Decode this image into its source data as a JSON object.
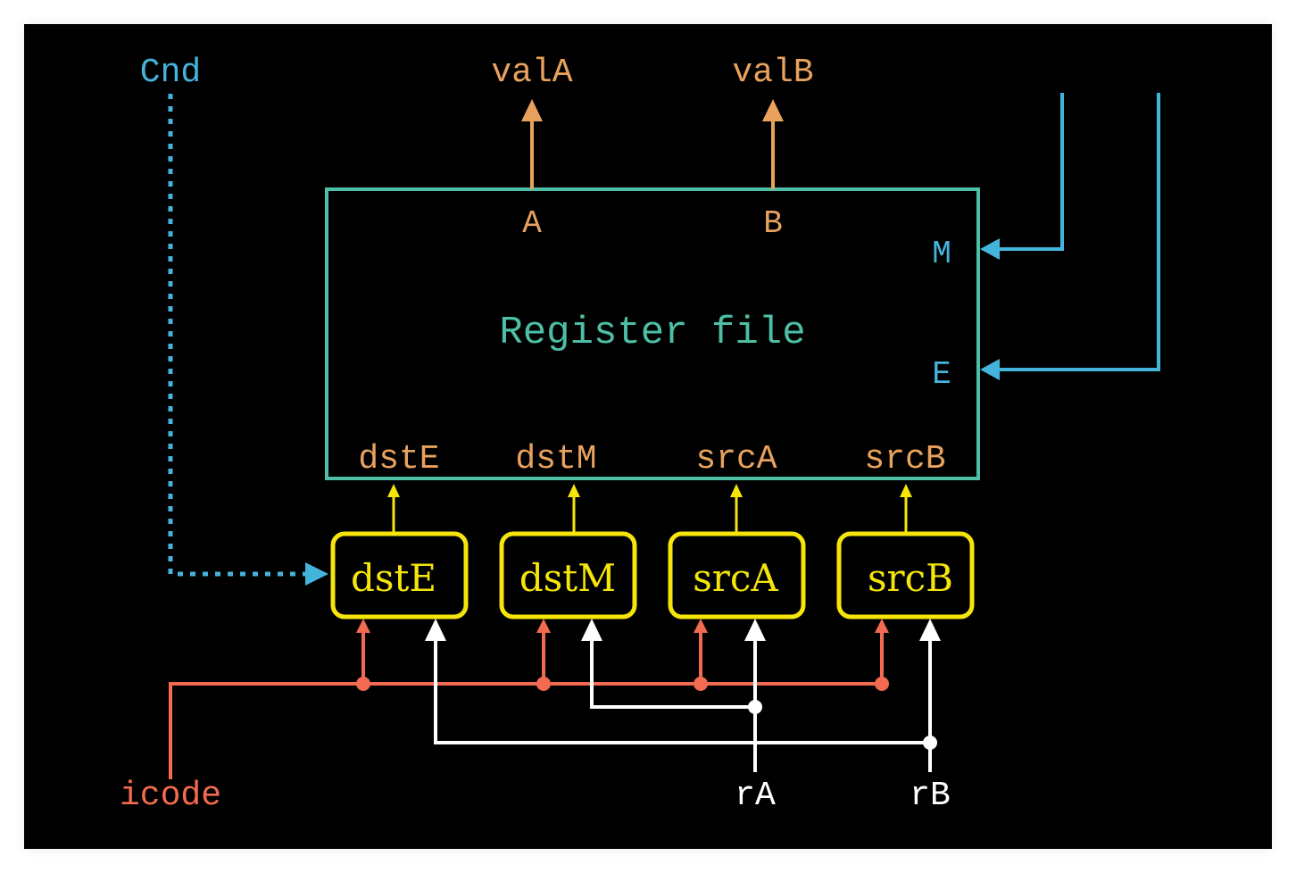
{
  "diagram": {
    "title": "Register file",
    "colors": {
      "background": "#000000",
      "register_box": "#4cbfa6",
      "value_out": "#e8a25e",
      "port_label": "#e8a25e",
      "write_signal": "#45b4dc",
      "control_block": "#f5e50a",
      "icode": "#f26b50",
      "register_ids": "#ffffff"
    },
    "inputs": {
      "cnd": "Cnd",
      "icode": "icode",
      "ra": "rA",
      "rb": "rB"
    },
    "outputs": {
      "val_a": "valA",
      "val_b": "valB"
    },
    "register_file": {
      "label": "Register file",
      "read_ports": [
        "A",
        "B"
      ],
      "write_ports": [
        "M",
        "E"
      ],
      "id_ports": [
        "dstE",
        "dstM",
        "srcA",
        "srcB"
      ]
    },
    "control_blocks": [
      {
        "id": "dstE",
        "label": "dstE"
      },
      {
        "id": "dstM",
        "label": "dstM"
      },
      {
        "id": "srcA",
        "label": "srcA"
      },
      {
        "id": "srcB",
        "label": "srcB"
      }
    ]
  }
}
